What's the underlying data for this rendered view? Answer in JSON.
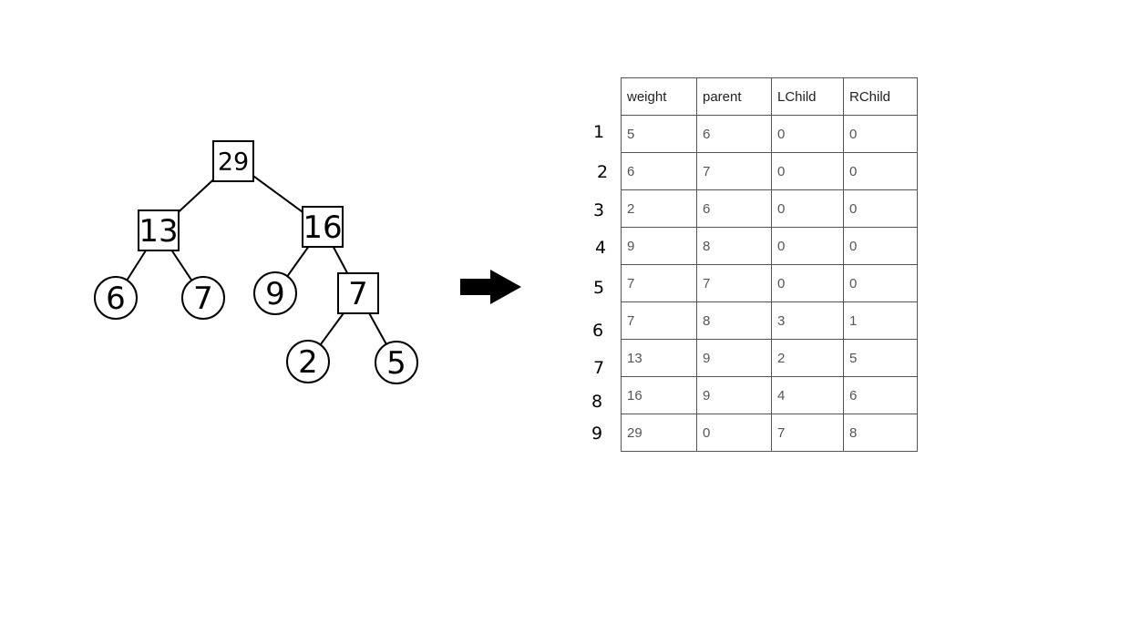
{
  "tree": {
    "nodes": [
      {
        "id": "n29",
        "label": "29",
        "shape": "square"
      },
      {
        "id": "n13",
        "label": "13",
        "shape": "square"
      },
      {
        "id": "n16",
        "label": "16",
        "shape": "square"
      },
      {
        "id": "n6",
        "label": "6",
        "shape": "circle"
      },
      {
        "id": "n7a",
        "label": "7",
        "shape": "circle"
      },
      {
        "id": "n9",
        "label": "9",
        "shape": "circle"
      },
      {
        "id": "n7b",
        "label": "7",
        "shape": "square"
      },
      {
        "id": "n2",
        "label": "2",
        "shape": "circle"
      },
      {
        "id": "n5",
        "label": "5",
        "shape": "circle"
      }
    ],
    "edges": [
      [
        "n29",
        "n13"
      ],
      [
        "n29",
        "n16"
      ],
      [
        "n13",
        "n6"
      ],
      [
        "n13",
        "n7a"
      ],
      [
        "n16",
        "n9"
      ],
      [
        "n16",
        "n7b"
      ],
      [
        "n7b",
        "n2"
      ],
      [
        "n7b",
        "n5"
      ]
    ]
  },
  "arrow": {
    "icon": "right-arrow-icon",
    "color": "#000000"
  },
  "table": {
    "headers": [
      "weight",
      "parent",
      "LChild",
      "RChild"
    ],
    "row_numbers": [
      "1",
      "2",
      "3",
      "4",
      "5",
      "6",
      "7",
      "8",
      "9"
    ],
    "rows": [
      [
        "5",
        "6",
        "0",
        "0"
      ],
      [
        "6",
        "7",
        "0",
        "0"
      ],
      [
        "2",
        "6",
        "0",
        "0"
      ],
      [
        "9",
        "8",
        "0",
        "0"
      ],
      [
        "7",
        "7",
        "0",
        "0"
      ],
      [
        "7",
        "8",
        "3",
        "1"
      ],
      [
        "13",
        "9",
        "2",
        "5"
      ],
      [
        "16",
        "9",
        "4",
        "6"
      ],
      [
        "29",
        "0",
        "7",
        "8"
      ]
    ]
  }
}
